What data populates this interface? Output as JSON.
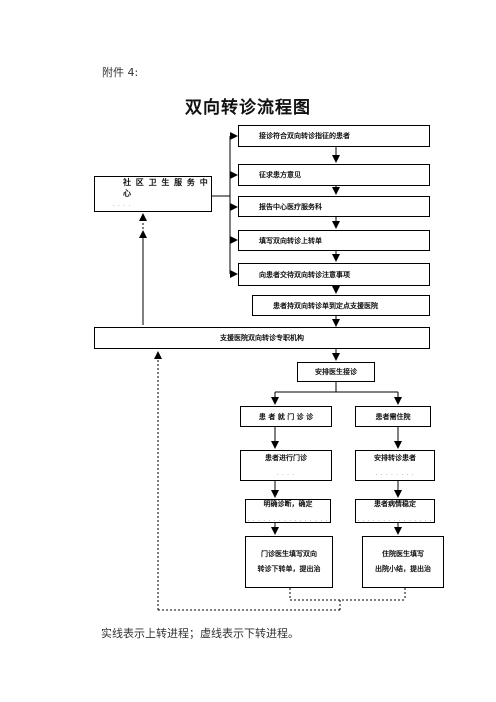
{
  "attachment_label": "附件 4:",
  "title": "双向转诊流程图",
  "community_center": {
    "label": "社 区 卫 生 服 务 中 心",
    "dots": ". . . ."
  },
  "steps": [
    "接诊符合双向转诊指征的患者",
    "征求患方意见",
    "报告中心医疗服务科",
    "填写双向转诊上转单",
    "向患者交待双向转诊注意事项"
  ],
  "patient_to_hospital": "患者持双向转诊单到定点支援医院",
  "support_hospital": "支援医院双向转诊专职机构",
  "arrange_doctor": "安排医生接诊",
  "outpatient_branch": {
    "visit": "患 者 就 门 诊 诊",
    "proceed": "患者进行门诊",
    "proceed_dots": ". . . .",
    "diagnose": "明确诊断，确定",
    "diagnose_dots": ". . . . . . . . . . . . . . . .",
    "doctor_fill_line1": "门诊医生填写双向",
    "doctor_fill_line2": "转诊下转单，提出治"
  },
  "inpatient_branch": {
    "admit": "患者需住院",
    "arrange": "安排转诊患者",
    "arrange_dots": ". . . . . . . .",
    "stable": "患者病情稳定",
    "stable_dots": ". . . . . . . . . . . . . . .",
    "doctor_fill_line1": "住院医生填写",
    "doctor_fill_line2": "出院小结，提出治"
  },
  "footnote": "实线表示上转进程；虚线表示下转进程。"
}
